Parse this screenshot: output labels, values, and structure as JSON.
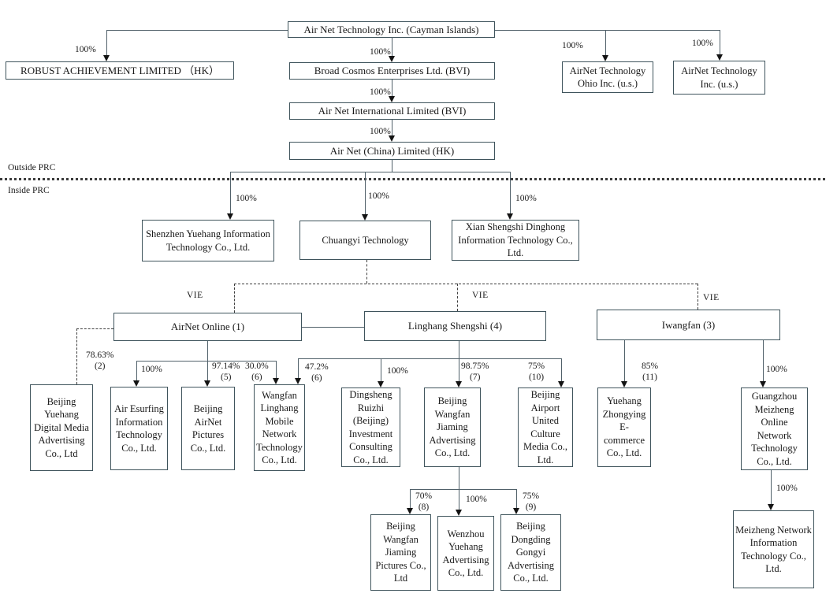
{
  "regions": {
    "outside_prc": "Outside PRC",
    "inside_prc": "Inside PRC"
  },
  "vie_label": "VIE",
  "nodes": {
    "parent": "Air Net Technology Inc. (Cayman Islands)",
    "robust": "ROBUST ACHIEVEMENT LIMITED （HK）",
    "broad_cosmos": "Broad Cosmos Enterprises Ltd. (BVI)",
    "intl": "Air Net International Limited (BVI)",
    "china": "Air Net (China) Limited (HK)",
    "ohio": "AirNet Technology Ohio Inc. (u.s.)",
    "us_inc": "AirNet Technology Inc. (u.s.)",
    "shenzhen": "Shenzhen Yuehang Information Technology Co., Ltd.",
    "chuangyi": "Chuangyi Technology",
    "xian": "Xian Shengshi Dinghong Information Technology Co., Ltd.",
    "airnet_online": "AirNet Online (1)",
    "linghang": "Linghang Shengshi (4)",
    "iwangfan": "Iwangfan (3)",
    "beijing_yuehang": "Beijing Yuehang Digital Media Advertising Co., Ltd",
    "esurfing": "Air Esurfing Information Technology Co., Ltd.",
    "pictures": "Beijing AirNet Pictures Co., Ltd.",
    "wangfan_linghang": "Wangfan Linghang Mobile Network Technology Co., Ltd.",
    "dingsheng": "Dingsheng Ruizhi (Beijing) Investment Consulting Co., Ltd.",
    "wangfan_jiaming_adv": "Beijing Wangfan Jiaming Advertising Co., Ltd.",
    "airport_united": "Beijing Airport United Culture Media Co., Ltd.",
    "zhongying": "Yuehang Zhongying E-commerce Co., Ltd.",
    "guangzhou_meizheng": "Guangzhou Meizheng Online Network Technology Co., Ltd.",
    "wangfan_jiaming_pic": "Beijing Wangfan Jiaming Pictures Co., Ltd",
    "wenzhou": "Wenzhou Yuehang Advertising Co., Ltd.",
    "dongding": "Beijing Dongding Gongyi Advertising Co., Ltd.",
    "meizheng_network": "Meizheng Network Information Technology Co., Ltd."
  },
  "ownership": {
    "robust": {
      "pct": "100%"
    },
    "broad_cosmos": {
      "pct": "100%"
    },
    "intl": {
      "pct": "100%"
    },
    "china": {
      "pct": "100%"
    },
    "ohio": {
      "pct": "100%"
    },
    "us_inc": {
      "pct": "100%"
    },
    "shenzhen": {
      "pct": "100%"
    },
    "chuangyi": {
      "pct": "100%"
    },
    "xian": {
      "pct": "100%"
    },
    "beijing_yuehang": {
      "pct": "78.63%",
      "note": "(2)"
    },
    "esurfing": {
      "pct": "100%"
    },
    "pictures": {
      "pct": "97.14%",
      "note": "(5)"
    },
    "wangfan_linghang_a": {
      "pct": "30.0%",
      "note": "(6)"
    },
    "wangfan_linghang_b": {
      "pct": "47.2%",
      "note": "(6)"
    },
    "dingsheng": {
      "pct": "100%"
    },
    "wangfan_jiaming_adv": {
      "pct": "98.75%",
      "note": "(7)"
    },
    "airport_united": {
      "pct": "75%",
      "note": "(10)"
    },
    "zhongying": {
      "pct": "85%",
      "note": "(11)"
    },
    "guangzhou_meizheng": {
      "pct": "100%"
    },
    "wangfan_jiaming_pic": {
      "pct": "70%",
      "note": "(8)"
    },
    "wenzhou": {
      "pct": "100%"
    },
    "dongding": {
      "pct": "75%",
      "note": "(9)"
    },
    "meizheng_network": {
      "pct": "100%"
    }
  }
}
